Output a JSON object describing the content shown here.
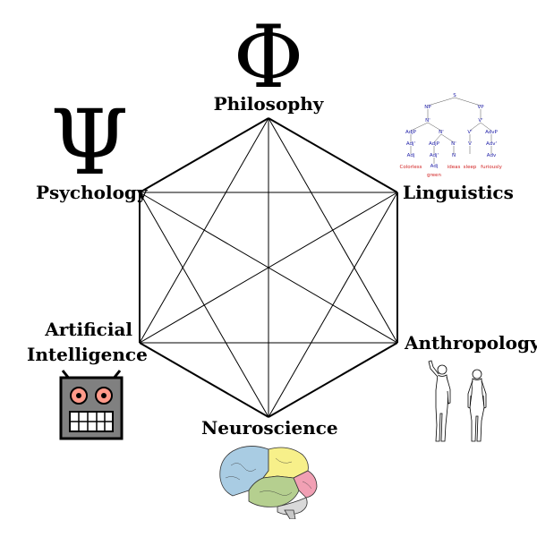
{
  "disciplines": {
    "philosophy": {
      "label": "Philosophy",
      "symbol": "Φ"
    },
    "psychology": {
      "label": "Psychology",
      "symbol": "Ψ"
    },
    "linguistics": {
      "label": "Linguistics",
      "tree": {
        "nodes": [
          "S",
          "NP",
          "VP",
          "N'",
          "V'",
          "AdjP",
          "N'",
          "V'",
          "AdvP",
          "Adj'",
          "AdjP",
          "N'",
          "V",
          "Adv'",
          "Adj",
          "Adj'",
          "N",
          "Adv",
          "Adj"
        ],
        "words": [
          "Colorless",
          "green",
          "ideas",
          "sleep",
          "furiously"
        ]
      }
    },
    "anthropology": {
      "label": "Anthropology"
    },
    "neuroscience": {
      "label": "Neuroscience"
    },
    "ai": {
      "label_line1": "Artificial",
      "label_line2": "Intelligence"
    }
  },
  "colors": {
    "robot_body": "#808080",
    "robot_eye": "#ff9a8a",
    "brain_frontal": "#a9cce3",
    "brain_parietal": "#f7f08a",
    "brain_temporal": "#b5cf8f",
    "brain_occipital": "#f1a0b4",
    "brain_cerebellum": "#d9d9d9",
    "tree_nodes": "#1a1aa6",
    "tree_words": "#d22323"
  },
  "icons": [
    "robot-icon",
    "brain-icon",
    "human-figures-icon",
    "syntax-tree-icon",
    "phi-icon",
    "psi-icon"
  ]
}
